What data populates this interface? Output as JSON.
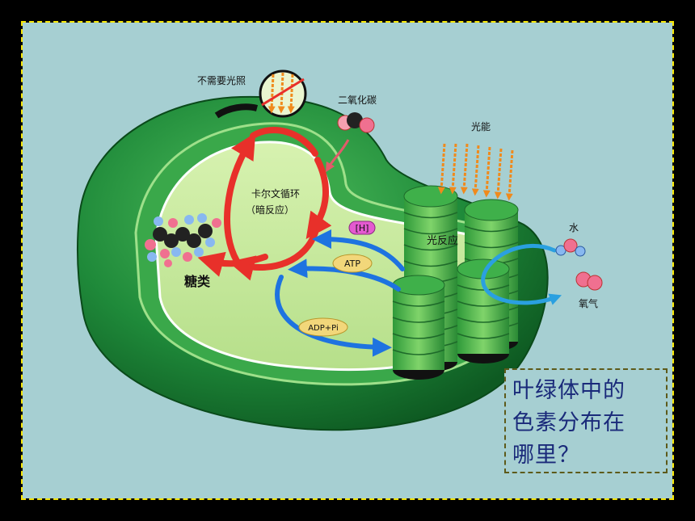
{
  "labels": {
    "no_light_needed": "不需要光照",
    "carbon_dioxide": "二氧化碳",
    "light_energy": "光能",
    "calvin_cycle": "卡尔文循环",
    "dark_reaction": "（暗反应）",
    "hydrogen": "[H]",
    "atp": "ATP",
    "adp_pi": "ADP+Pi",
    "light_reaction": "光反应",
    "water": "水",
    "oxygen": "氧气",
    "sugar": "糖类"
  },
  "question": {
    "line1": "叶绿体中的",
    "line2": "色素分布在",
    "line3": "哪里？"
  },
  "colors": {
    "slide_bg": "#a6cfd2",
    "border": "#f5e600",
    "outer_membrane": "#1f8a3a",
    "stroma": "#c9eaa0",
    "cycle_arrow": "#e8302a",
    "transport_arrow": "#1e73e0",
    "light_arrow": "#f08a1c",
    "question_text": "#1a2a7a"
  }
}
